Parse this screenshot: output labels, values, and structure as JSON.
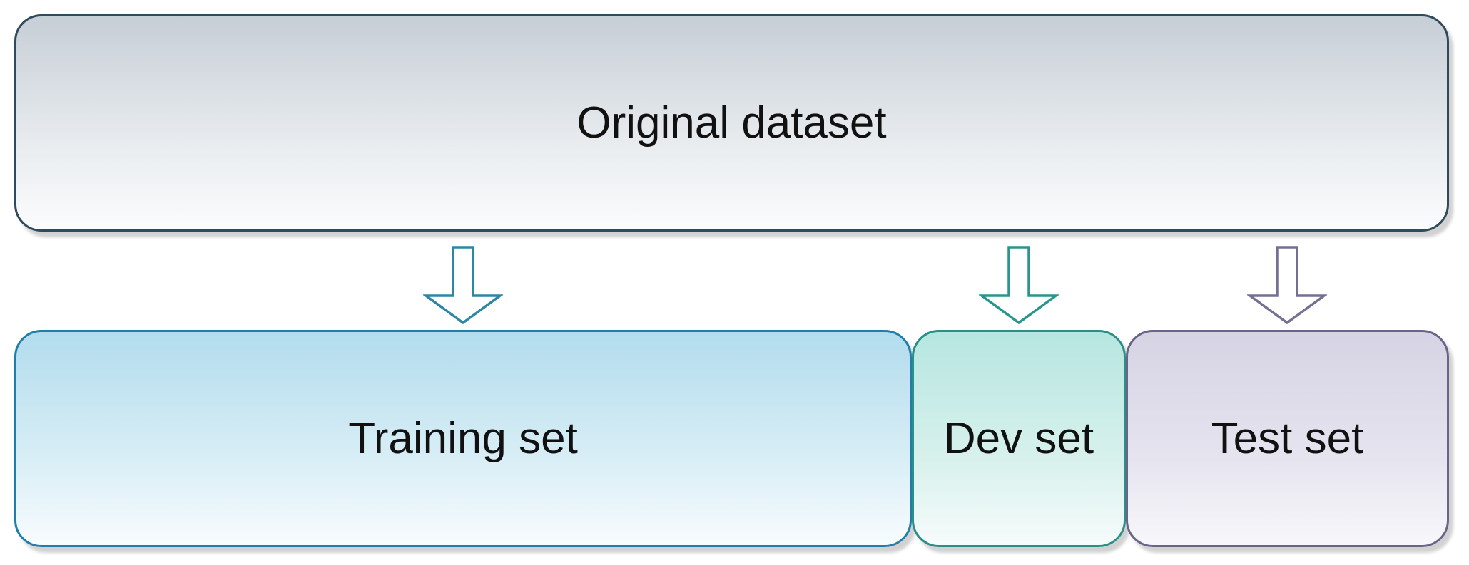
{
  "diagram": {
    "source": {
      "label": "Original dataset"
    },
    "splits": [
      {
        "label": "Training set"
      },
      {
        "label": "Dev set"
      },
      {
        "label": "Test set"
      }
    ]
  },
  "colors": {
    "training_border": "#1f7fa8",
    "dev_border": "#2a8f88",
    "test_border": "#6a6488",
    "arrow_training": "#2b86a8",
    "arrow_dev": "#2a958c",
    "arrow_test": "#756f92"
  },
  "icons": {
    "arrow": "down-arrow-outline-icon"
  }
}
